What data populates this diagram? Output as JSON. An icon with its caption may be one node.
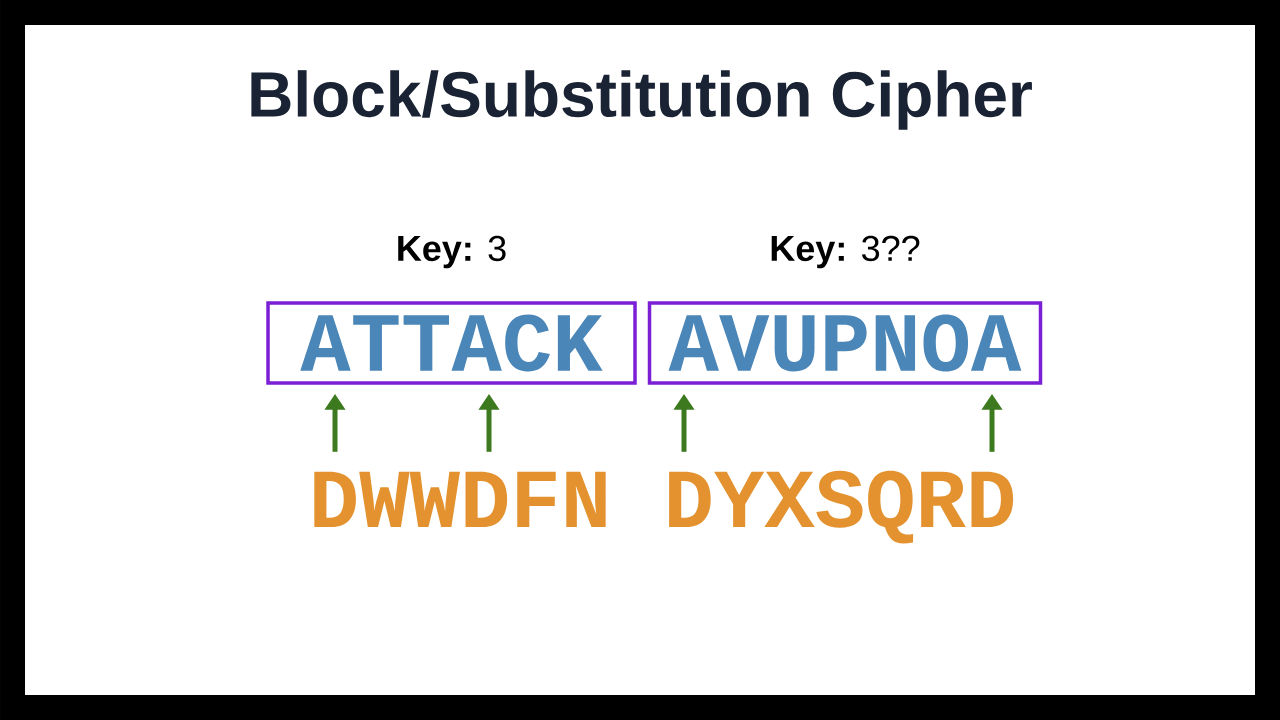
{
  "diagram": {
    "title": "Block/Substitution Cipher",
    "nodes": [
      {
        "text": [
          "ATTACK"
        ],
        "beside": [
          "**Key:** 3"
        ]
      },
      {
        "text": [
          "AVUPNOA"
        ],
        "beside": [
          "**Key:** 3??"
        ]
      },
      {
        "text": [
          "DWWDFN"
        ]
      },
      {
        "text": [
          "DYXSQRD"
        ]
      }
    ],
    "edges": [
      {
        "from": 2,
        "to": 0,
        "arrow": "to"
      },
      {
        "from": 2,
        "to": 0,
        "arrow": "to"
      },
      {
        "from": 3,
        "to": 1,
        "arrow": "to"
      },
      {
        "from": 3,
        "to": 1,
        "arrow": "to"
      }
    ]
  }
}
